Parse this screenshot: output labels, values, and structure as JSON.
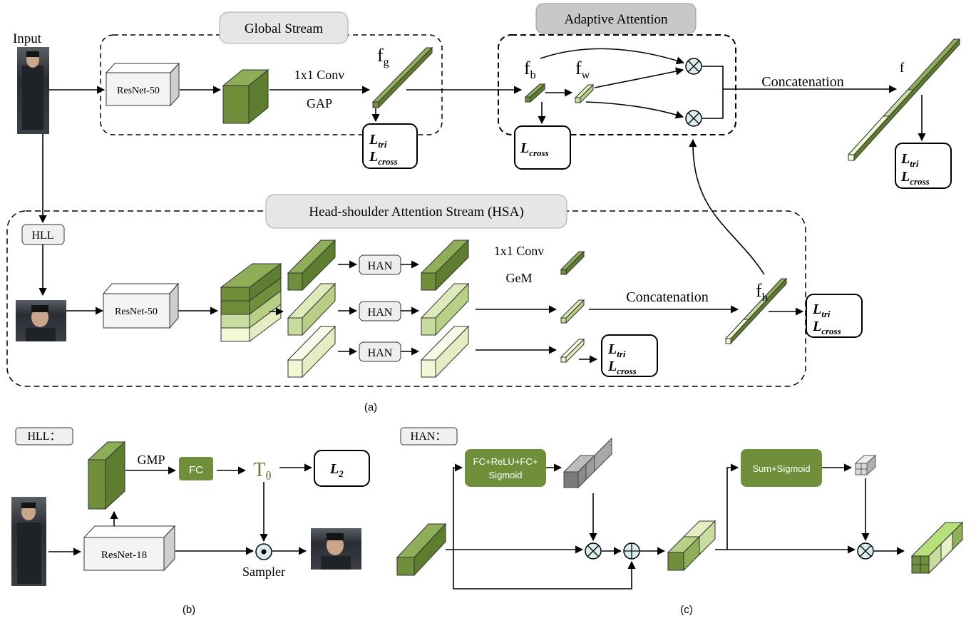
{
  "colors": {
    "dark_green": "#6f8f3a",
    "mid_green": "#c9dc9f",
    "light_green": "#f2f8d4",
    "node_fill": "#d9efef",
    "label_bg": "#e6e6e6",
    "label_bg_dark": "#c8c8c8"
  },
  "panel_a": {
    "caption": "(a)",
    "input_label": "Input",
    "global_stream": {
      "title": "Global Stream",
      "backbone": "ResNet-50",
      "op_top": "1x1 Conv",
      "op_bottom": "GAP",
      "feature_base": "f",
      "feature_sub": "g",
      "loss_1": "L",
      "loss_1_sub": "tri",
      "loss_2": "L",
      "loss_2_sub": "cross"
    },
    "adaptive_attention": {
      "title": "Adaptive Attention",
      "fb_base": "f",
      "fb_sub": "b",
      "fw_base": "f",
      "fw_sub": "w",
      "loss": "L",
      "loss_sub": "cross"
    },
    "output": {
      "concat_label": "Concatenation",
      "feature": "f",
      "loss_1": "L",
      "loss_1_sub": "tri",
      "loss_2": "L",
      "loss_2_sub": "cross"
    },
    "hsa_stream": {
      "title": "Head-shoulder Attention Stream (HSA)",
      "hll_label": "HLL",
      "backbone": "ResNet-50",
      "han_1": "HAN",
      "han_2": "HAN",
      "han_3": "HAN",
      "op_top": "1x1 Conv",
      "op_bottom": "GeM",
      "concat_label": "Concatenation",
      "fh_base": "f",
      "fh_sub": "h",
      "branch_loss_1": "L",
      "branch_loss_1_sub": "tri",
      "branch_loss_2": "L",
      "branch_loss_2_sub": "cross",
      "fh_loss_1": "L",
      "fh_loss_1_sub": "tri",
      "fh_loss_2": "L",
      "fh_loss_2_sub": "cross"
    }
  },
  "panel_b": {
    "caption": "(b)",
    "title": "HLL：",
    "op": "GMP",
    "fc": "FC",
    "theta_base": "T",
    "theta_sub": "θ",
    "loss": "L",
    "loss_sub": "2",
    "backbone": "ResNet-18",
    "sampler": "Sampler"
  },
  "panel_c": {
    "caption": "(c)",
    "title": "HAN：",
    "fc_block_line1": "FC+ReLU+FC+",
    "fc_block_line2": "Sigmoid",
    "sum_block": "Sum+Sigmoid"
  }
}
